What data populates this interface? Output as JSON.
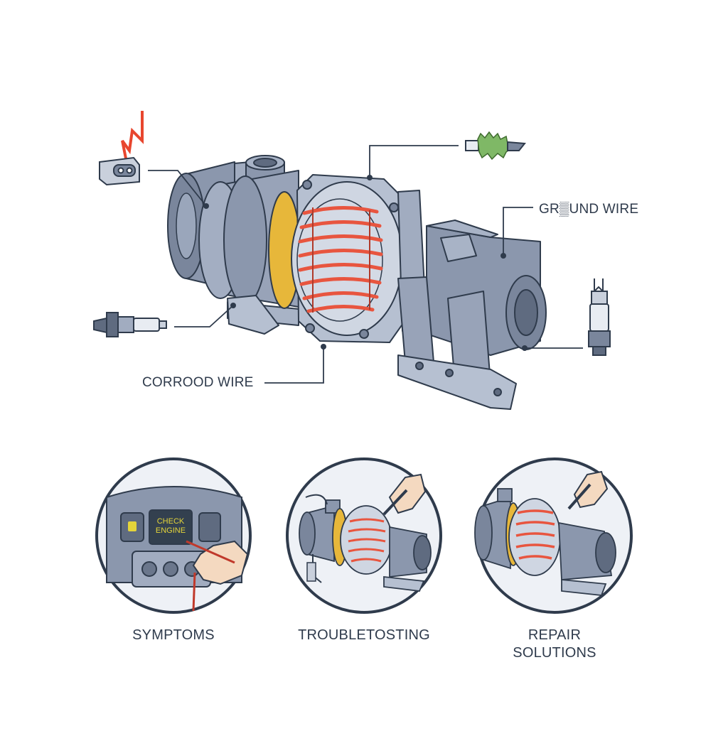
{
  "callouts": {
    "ground_wire": "GR▒UND WIRE",
    "corrod_wire": "CORROOD WIRE"
  },
  "panels": [
    {
      "caption": "SYMPTOMS",
      "screen_text_line1": "CHECK",
      "screen_text_line2": "ENGINE"
    },
    {
      "caption": "TROUBLETOSTING"
    },
    {
      "caption_line1": "REPAIR",
      "caption_line2": "SOLUTIONS"
    }
  ],
  "icons": [
    "electrical-connector-icon",
    "lightning-bolt-icon",
    "corroded-connector-icon",
    "oxygen-sensor-icon",
    "spark-plug-icon"
  ],
  "colors": {
    "metal": "#8b97ad",
    "metal_dark": "#5f6b80",
    "heater_element": "#e8553f",
    "gasket": "#e7b73a",
    "outline": "#2f3b4c",
    "corrosion": "#7fb866",
    "bolt": "#e8462e"
  }
}
